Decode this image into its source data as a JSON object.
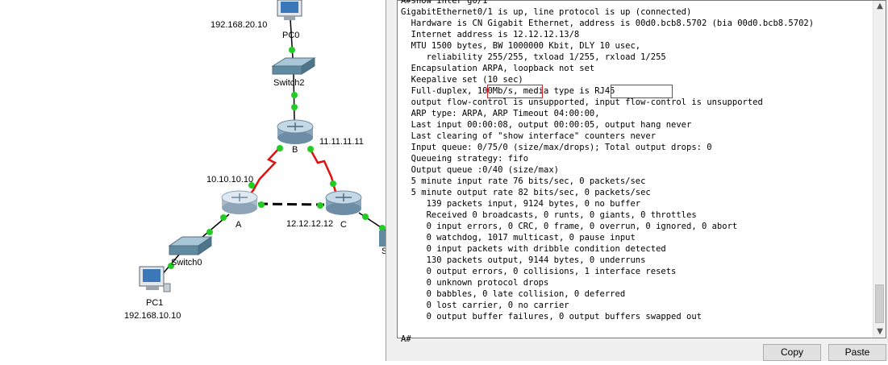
{
  "topology": {
    "pc0": {
      "name": "PC0",
      "ip": "192.168.20.10"
    },
    "pc1": {
      "name": "PC1",
      "ip": "192.168.10.10"
    },
    "switch2": {
      "name": "Switch2"
    },
    "switch0": {
      "name": "Switch0"
    },
    "router_a": {
      "name": "A",
      "ip": "10.10.10.10"
    },
    "router_b": {
      "name": "B",
      "ip": "11.11.11.11"
    },
    "router_c": {
      "name": "C",
      "ip": "12.12.12.12"
    },
    "partial_label": "S"
  },
  "terminal": {
    "lines": [
      "A#show inter g0/1",
      "GigabitEthernet0/1 is up, line protocol is up (connected)",
      "  Hardware is CN Gigabit Ethernet, address is 00d0.bcb8.5702 (bia 00d0.bcb8.5702)",
      "  Internet address is 12.12.12.13/8",
      "  MTU 1500 bytes, BW 1000000 Kbit, DLY 10 usec,",
      "     reliability 255/255, txload 1/255, rxload 1/255",
      "  Encapsulation ARPA, loopback not set",
      "  Keepalive set (10 sec)",
      "  Full-duplex, 100Mb/s, media type is RJ45",
      "  output flow-control is unsupported, input flow-control is unsupported",
      "  ARP type: ARPA, ARP Timeout 04:00:00,",
      "  Last input 00:00:08, output 00:00:05, output hang never",
      "  Last clearing of \"show interface\" counters never",
      "  Input queue: 0/75/0 (size/max/drops); Total output drops: 0",
      "  Queueing strategy: fifo",
      "  Output queue :0/40 (size/max)",
      "  5 minute input rate 76 bits/sec, 0 packets/sec",
      "  5 minute output rate 82 bits/sec, 0 packets/sec",
      "     139 packets input, 9124 bytes, 0 no buffer",
      "     Received 0 broadcasts, 0 runts, 0 giants, 0 throttles",
      "     0 input errors, 0 CRC, 0 frame, 0 overrun, 0 ignored, 0 abort",
      "     0 watchdog, 1017 multicast, 0 pause input",
      "     0 input packets with dribble condition detected",
      "     130 packets output, 9144 bytes, 0 underruns",
      "     0 output errors, 0 collisions, 1 interface resets",
      "     0 unknown protocol drops",
      "     0 babbles, 0 late collision, 0 deferred",
      "     0 lost carrier, 0 no carrier",
      "     0 output buffer failures, 0 output buffers swapped out",
      "",
      "A#"
    ]
  },
  "buttons": {
    "copy": "Copy",
    "paste": "Paste"
  },
  "colors": {
    "serial_link": "#e01010",
    "link_up": "#22cc22",
    "highlight": "#e02020"
  }
}
